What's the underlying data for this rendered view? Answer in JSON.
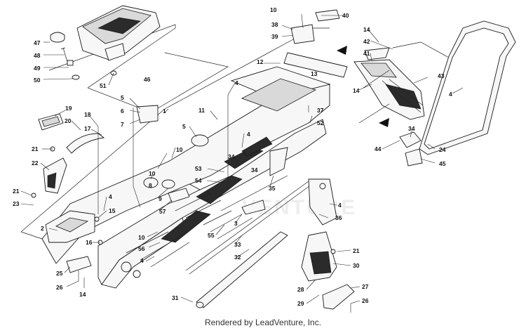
{
  "footer_text": "Rendered by LeadVenture, Inc.",
  "watermark_text": "VENTURE",
  "colors": {
    "ink": "#111111",
    "fill": "#f7f7f7",
    "dark_part": "#2b2b2b"
  },
  "callouts": {
    "c1": "1",
    "c2": "2",
    "c3": "3",
    "c4a": "4",
    "c4b": "4",
    "c4c": "4",
    "c4d": "4",
    "c4e": "4",
    "c4f": "4",
    "c5a": "5",
    "c5b": "5",
    "c6": "6",
    "c7": "7",
    "c8": "8",
    "c9": "9",
    "c10a": "10",
    "c10b": "10",
    "c10c": "10",
    "c11": "11",
    "c12": "12",
    "c13": "13",
    "c14a": "14",
    "c14b": "14",
    "c14c": "14",
    "c15": "15",
    "c16": "16",
    "c17": "17",
    "c18": "18",
    "c19": "19",
    "c20": "20",
    "c21a": "21",
    "c21b": "21",
    "c21c": "21",
    "c22": "22",
    "c23": "23",
    "c24": "24",
    "c25": "25",
    "c26a": "26",
    "c26b": "26",
    "c27": "27",
    "c28": "28",
    "c29": "29",
    "c30": "30",
    "c31": "31",
    "c32": "32",
    "c33": "33",
    "c34a": "34",
    "c34b": "34",
    "c34c": "34",
    "c35": "35",
    "c36": "36",
    "c37": "37",
    "c38": "38",
    "c39": "39",
    "c40": "40",
    "c41": "41",
    "c42": "42",
    "c43": "43",
    "c44": "44",
    "c45": "45",
    "c46": "46",
    "c47": "47",
    "c48": "48",
    "c49": "49",
    "c50": "50",
    "c51": "51",
    "c52": "52",
    "c53": "53",
    "c54": "54",
    "c55": "55",
    "c56": "56",
    "c57": "57"
  }
}
